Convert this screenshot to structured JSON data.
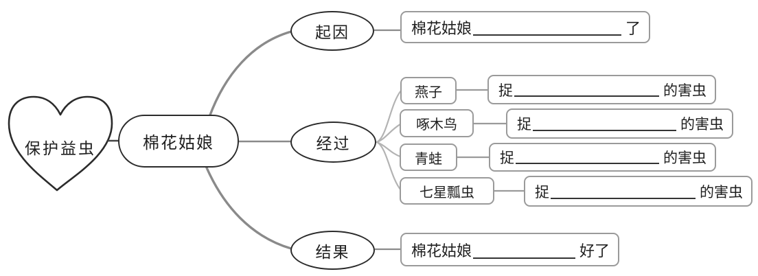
{
  "colors": {
    "outline": "#2b2b2b",
    "branch_line": "#8a8a8a",
    "box_border": "#9a9a9a",
    "fanout_line": "#b3b3b3",
    "text": "#1f1f1f",
    "blank_line": "#333333"
  },
  "root": {
    "label": "保护益虫"
  },
  "topic": {
    "label": "棉花姑娘"
  },
  "branches": [
    {
      "label": "起因",
      "box": {
        "prefix": "棉花姑娘",
        "suffix": "了"
      }
    },
    {
      "label": "经过",
      "items": [
        {
          "label": "燕子",
          "box": {
            "prefix": "捉",
            "suffix": "的害虫"
          }
        },
        {
          "label": "啄木鸟",
          "box": {
            "prefix": "捉",
            "suffix": "的害虫"
          }
        },
        {
          "label": "青蛙",
          "box": {
            "prefix": "捉",
            "suffix": "的害虫"
          }
        },
        {
          "label": "七星瓢虫",
          "box": {
            "prefix": "捉",
            "suffix": "的害虫"
          }
        }
      ]
    },
    {
      "label": "结果",
      "box": {
        "prefix": "棉花姑娘",
        "suffix": "好了"
      }
    }
  ]
}
